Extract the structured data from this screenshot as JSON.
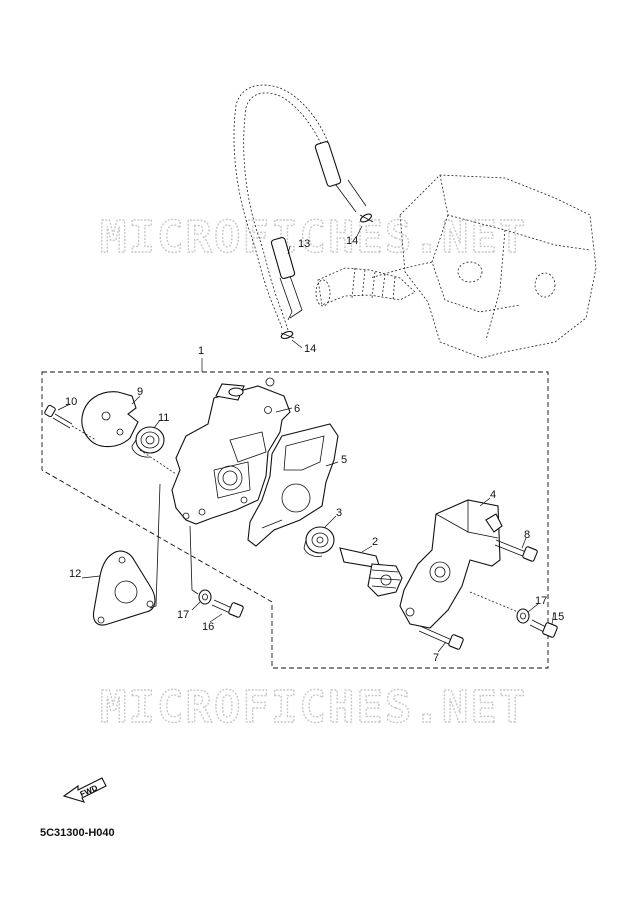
{
  "watermark": "MICROFICHES.NET",
  "diagram_code": "5C31300-H040",
  "fwd_label": "FWD",
  "callouts": {
    "c1": "1",
    "c2": "2",
    "c3": "3",
    "c4": "4",
    "c5": "5",
    "c6": "6",
    "c7": "7",
    "c8": "8",
    "c9": "9",
    "c10": "10",
    "c11": "11",
    "c12": "12",
    "c13": "13",
    "c14a": "14",
    "c14b": "14",
    "c15": "15",
    "c16": "16",
    "c17a": "17",
    "c17b": "17"
  }
}
